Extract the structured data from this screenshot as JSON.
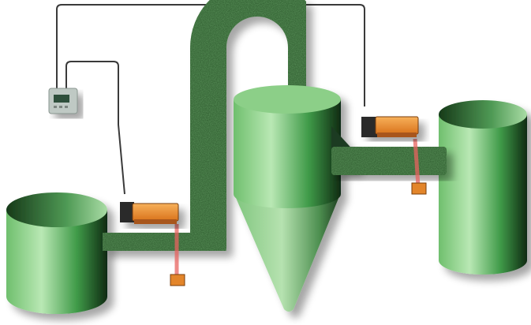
{
  "diagram": {
    "components": [
      {
        "id": "left-tank",
        "kind": "storage vessel"
      },
      {
        "id": "cyclone",
        "kind": "cyclone separator"
      },
      {
        "id": "right-tank",
        "kind": "storage vessel"
      },
      {
        "id": "left-sensor",
        "kind": "laser sensor"
      },
      {
        "id": "right-sensor",
        "kind": "laser sensor"
      },
      {
        "id": "controller",
        "kind": "control unit with display"
      }
    ],
    "colors": {
      "vessel_light": "#b9e8b4",
      "vessel_mid": "#4fae57",
      "vessel_dark": "#0f2a12",
      "pipe": "#3b6b3a",
      "sensor_body": "#f0922e",
      "sensor_dark": "#2a2a2a",
      "laser": "#e8635f",
      "cable": "#3a3a3a",
      "background": "#ffffff"
    }
  }
}
